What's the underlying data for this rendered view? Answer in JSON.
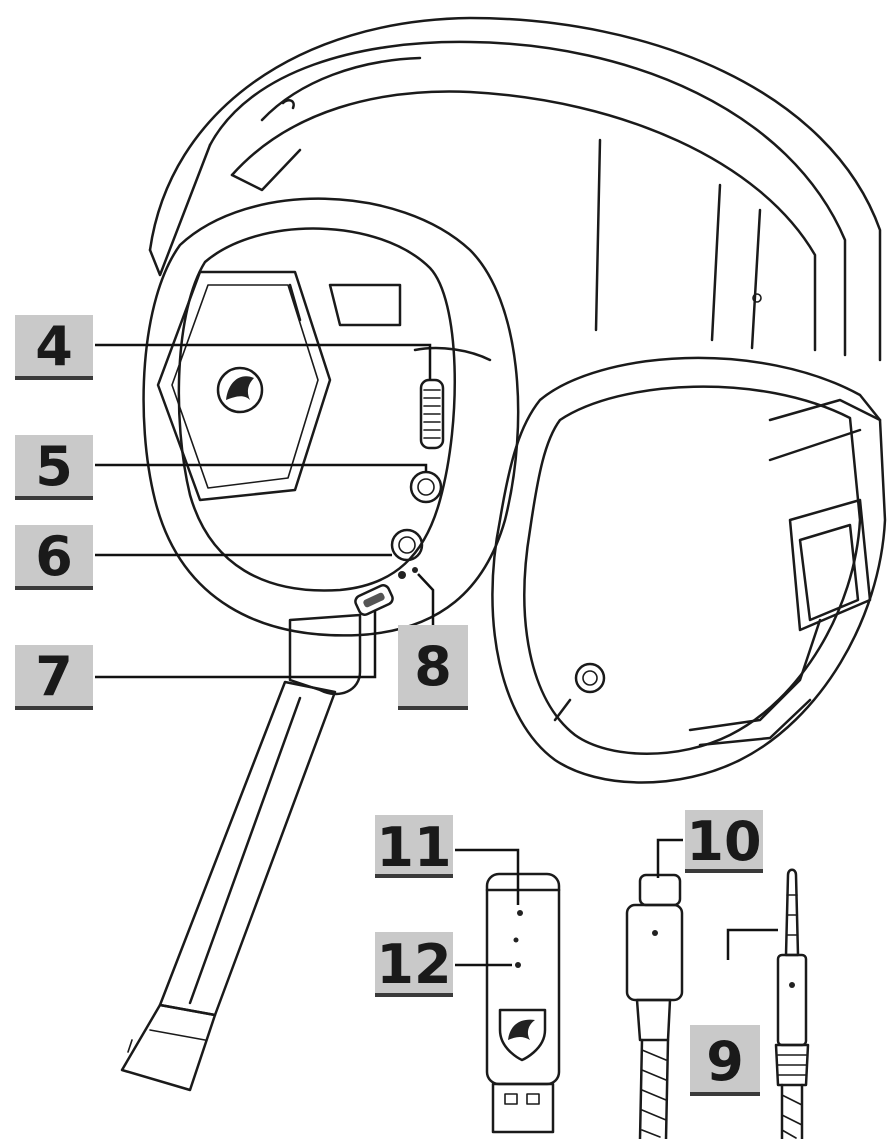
{
  "diagram": {
    "callouts": [
      {
        "id": "4",
        "label": "4"
      },
      {
        "id": "5",
        "label": "5"
      },
      {
        "id": "6",
        "label": "6"
      },
      {
        "id": "7",
        "label": "7"
      },
      {
        "id": "8",
        "label": "8"
      },
      {
        "id": "9",
        "label": "9"
      },
      {
        "id": "10",
        "label": "10"
      },
      {
        "id": "11",
        "label": "11"
      },
      {
        "id": "12",
        "label": "12"
      }
    ],
    "colors": {
      "callout_box": "#c9c9c9",
      "ink": "#1a1a1a",
      "background": "#ffffff"
    },
    "icons": [
      "headset-illustration",
      "microphone-boom",
      "usb-dongle",
      "usb-c-cable",
      "audio-jack-cable",
      "msi-dragon-logo"
    ]
  }
}
